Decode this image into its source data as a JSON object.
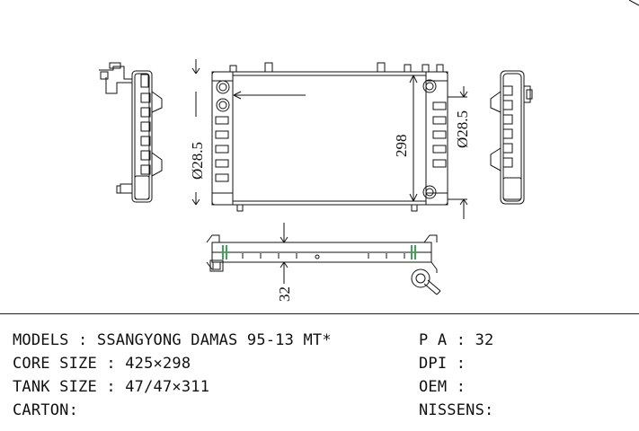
{
  "drawing": {
    "dimensions": {
      "height_core": "298",
      "left_pipe": "Ø28.5",
      "right_pipe": "Ø28.5",
      "bottom_depth": "32"
    }
  },
  "specs": {
    "models_label": "MODELS",
    "models_value": "SSANGYONG DAMAS 95-13 MT*",
    "core_size_label": "CORE SIZE",
    "core_size_value": "425×298",
    "tank_size_label": "TANK SIZE",
    "tank_size_value": "47/47×311",
    "carton_label": "CARTON",
    "carton_value": "",
    "pa_label": "P A",
    "pa_value": "32",
    "dpi_label": "DPI",
    "dpi_value": "",
    "oem_label": "OEM",
    "oem_value": "",
    "nissens_label": "NISSENS",
    "nissens_value": ""
  },
  "colors": {
    "line": "#111111",
    "green_accent": "#3aa655"
  }
}
